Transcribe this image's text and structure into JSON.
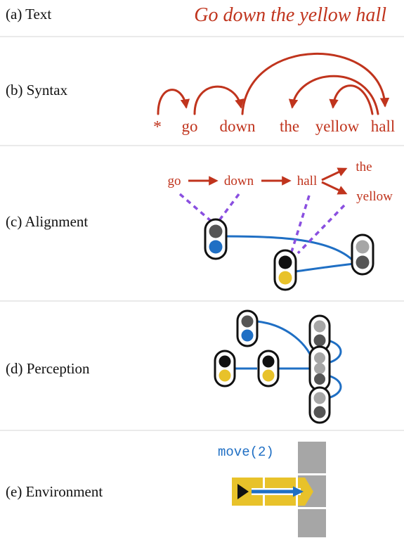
{
  "rows": {
    "text": {
      "label": "(a)  Text",
      "sentence": "Go down the yellow hall"
    },
    "syntax": {
      "label": "(b)  Syntax",
      "tokens": [
        "*",
        "go",
        "down",
        "the",
        "yellow",
        "hall"
      ]
    },
    "alignment": {
      "label": "(c)  Alignment",
      "words": {
        "go": "go",
        "down": "down",
        "hall": "hall",
        "the": "the",
        "yellow": "yellow"
      }
    },
    "perception": {
      "label": "(d)  Perception"
    },
    "environment": {
      "label": "(e)  Environment",
      "command": "move(2)"
    }
  },
  "colors": {
    "red": "#c0341d",
    "blue": "#1f6fc4",
    "purple": "#8a4fe0",
    "yellow": "#e8c22a",
    "dark_gray": "#555555",
    "light_gray": "#a6a6a6",
    "black": "#111111",
    "divider": "#dddddd"
  }
}
